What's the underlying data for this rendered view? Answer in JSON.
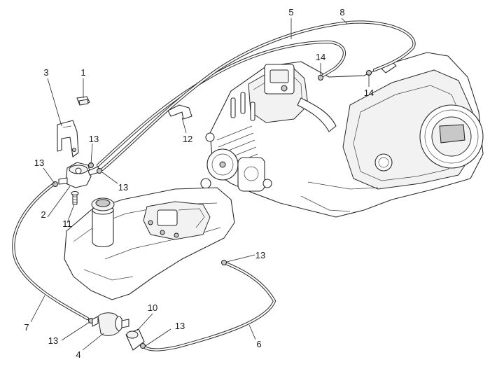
{
  "diagram": {
    "callouts": [
      {
        "id": "c1",
        "text": "1"
      },
      {
        "id": "c2",
        "text": "2"
      },
      {
        "id": "c3",
        "text": "3"
      },
      {
        "id": "c4",
        "text": "4"
      },
      {
        "id": "c5",
        "text": "5"
      },
      {
        "id": "c6",
        "text": "6"
      },
      {
        "id": "c7",
        "text": "7"
      },
      {
        "id": "c8",
        "text": "8"
      },
      {
        "id": "c10",
        "text": "10"
      },
      {
        "id": "c11",
        "text": "11"
      },
      {
        "id": "c12",
        "text": "12"
      },
      {
        "id": "c13a",
        "text": "13"
      },
      {
        "id": "c13b",
        "text": "13"
      },
      {
        "id": "c13c",
        "text": "13"
      },
      {
        "id": "c13d",
        "text": "13"
      },
      {
        "id": "c13e",
        "text": "13"
      },
      {
        "id": "c13f",
        "text": "13"
      },
      {
        "id": "c14a",
        "text": "14"
      },
      {
        "id": "c14b",
        "text": "14"
      }
    ],
    "colors": {
      "line": "#2a2a2a",
      "background": "#ffffff",
      "shade": "#f2f2f2"
    }
  }
}
